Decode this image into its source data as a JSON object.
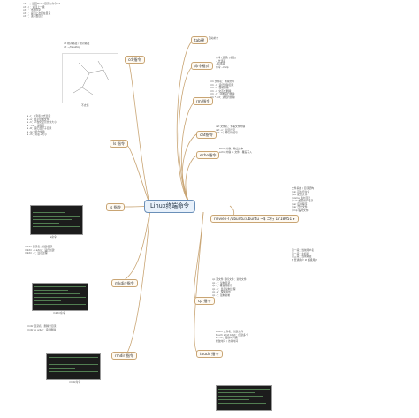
{
  "center": "Linux终端命令",
  "nodes": {
    "ls": "ls 指令",
    "cd": "cd 指令",
    "mkdir": "mkdir 指令",
    "rm": "rm 指令",
    "rmdir": "rmdir 指令",
    "tab": "tab键",
    "cmd_fmt": "命令格式",
    "cat": "cat指令",
    "echo": "echo指令",
    "linux_info": "rievien-l /ubuntu:ubuntu ~$ 二行 1718051 ▸",
    "cp": "cp 指令",
    "touch": "touch 指令"
  },
  "captions": {
    "cd": "不太懂",
    "ls": "ls命令",
    "mkdir": "mkdir命令",
    "rmdir": "rmdir命令"
  },
  "notes": {
    "cd": [
      "cd ~ ：返回Home目录 | 命令 cd",
      "cd ../ ：返回上一级",
      "cd . ：当前目录",
      "cd - ：返回上次所在目录",
      "cd / ：进入根目录"
    ],
    "cd2": [
      "cd 相对路径 / 绝对路径",
      "cd ~/Desktop"
    ],
    "ls": [
      "ls -l：以列表方式显示",
      "ls -a：显示隐藏文件",
      "ls -h：人性化显示文件大小",
      "ls *.txt：通配符",
      "ls -R：递归显示子目录",
      "ls -la：组合使用",
      "ls -lh：列表+大小"
    ],
    "mkdir": [
      "mkdir 目录名：创建目录",
      "mkdir -p a/b/c：递归创建",
      "mkdir -v：显示过程"
    ],
    "rmdir": [
      "rmdir 目录名：删除空目录",
      "rmdir -p a/b/c：递归删除"
    ],
    "tab": [
      "自动补全"
    ],
    "cmd_fmt": [
      "命令 [选项] [参数]",
      "-- 长选项",
      "- 短选项",
      "命令 --help"
    ],
    "rm": [
      "rm 文件名：删除文件",
      "rm -r：递归删除目录",
      "rm -f：强制删除",
      "rm -i：交互式删除",
      "rm -rf：强制递归删除",
      "rm *.txt：通配符删除"
    ],
    "cat": [
      "cat 文件名：查看文件内容",
      "cat -n：显示行号",
      "cat -b：非空行编号"
    ],
    "echo": [
      "echo 内容：输出文本",
      "echo 内容 > 文件：覆盖写入"
    ],
    "linux_info": [
      "文件系统 / 目录结构",
      "/bin 可执行命令",
      "/etc 配置文件",
      "/home 用户目录",
      "/root 超级用户目录",
      "/usr 应用程序",
      "/var 日志文件",
      "/tmp 临时文件",
      "第一段：当前用户名",
      "第二段：主机名",
      "第三段：当前路径",
      "$ 普通用户  # 超级用户"
    ],
    "cp": [
      "cp 源文件 目标文件：复制文件",
      "cp -r：复制目录",
      "cp -i：覆盖前提示",
      "cp -v：显示复制过程",
      "cp -a：保留属性",
      "cp -f：强制复制"
    ],
    "touch": [
      "touch 文件名：创建文件",
      "touch a.txt b.txt：创建多个",
      "touch：更新时间戳",
      "修改时间 / 访问时间"
    ]
  }
}
